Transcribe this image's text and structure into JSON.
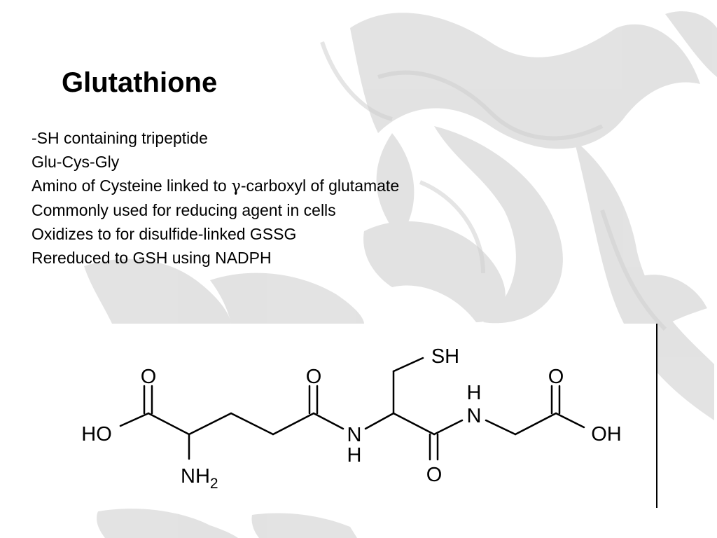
{
  "slide": {
    "title": "Glutathione",
    "bullets": {
      "b1": "-SH containing tripeptide",
      "b2": "Glu-Cys-Gly",
      "b3_prefix": "Amino of Cysteine linked to ",
      "b3_greek": "γ",
      "b3_suffix": "-carboxyl of glutamate",
      "b4": "Commonly used for reducing agent in cells",
      "b5": "Oxidizes to for disulfide-linked GSSG",
      "b6": "Rereduced to GSH using NADPH"
    }
  },
  "structure": {
    "o_top_1": "O",
    "ho_left": "HO",
    "nh2": "NH",
    "nh2_sub": "2",
    "o_top_2": "O",
    "n_amide_1": "N",
    "h_amide_1": "H",
    "sh": "SH",
    "o_bottom": "O",
    "h_amide_2": "H",
    "n_amide_2": "N",
    "o_top_3": "O",
    "oh_right": "OH"
  },
  "colors": {
    "background": "#ffffff",
    "text": "#000000",
    "watermark": "#d9d9d9"
  }
}
